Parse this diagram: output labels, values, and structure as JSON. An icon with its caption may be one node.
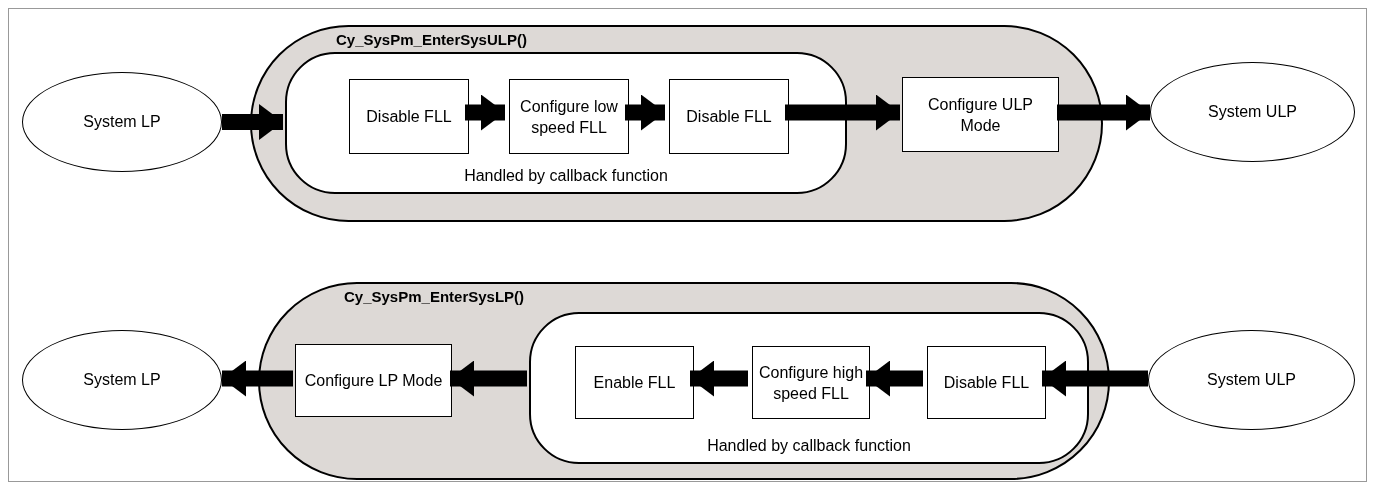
{
  "diagram": {
    "nodes": [
      {
        "text": [
          "System LP"
        ]
      },
      {
        "text": [
          "Cy_SysPm_EnterSysULP()"
        ]
      },
      {
        "text": [
          "Handled by callback function"
        ],
        "in": 1
      },
      {
        "text": [
          "Disable FLL"
        ],
        "in": 2
      },
      {
        "text": [
          "Configure low speed FLL"
        ],
        "in": 2
      },
      {
        "text": [
          "Disable FLL"
        ],
        "in": 2
      },
      {
        "text": [
          "Configure ULP Mode"
        ],
        "in": 1
      },
      {
        "text": [
          "System ULP"
        ]
      },
      {
        "text": [
          "System LP"
        ]
      },
      {
        "text": [
          "Cy_SysPm_EnterSysLP()"
        ]
      },
      {
        "text": [
          "Configure LP Mode"
        ],
        "in": 9
      },
      {
        "text": [
          "Handled by callback function"
        ],
        "in": 9
      },
      {
        "text": [
          "Enable FLL"
        ],
        "in": 11
      },
      {
        "text": [
          "Configure high speed FLL"
        ],
        "in": 11
      },
      {
        "text": [
          "Disable FLL"
        ],
        "in": 11
      },
      {
        "text": [
          "System ULP"
        ]
      }
    ],
    "edges": [
      {
        "from": 0,
        "to": 2,
        "arrow": "to"
      },
      {
        "from": 3,
        "to": 4,
        "arrow": "to"
      },
      {
        "from": 4,
        "to": 5,
        "arrow": "to"
      },
      {
        "from": 5,
        "to": 6,
        "arrow": "to"
      },
      {
        "from": 6,
        "to": 7,
        "arrow": "to"
      },
      {
        "from": 15,
        "to": 14,
        "arrow": "to"
      },
      {
        "from": 14,
        "to": 13,
        "arrow": "to"
      },
      {
        "from": 13,
        "to": 12,
        "arrow": "to"
      },
      {
        "from": 11,
        "to": 10,
        "arrow": "to"
      },
      {
        "from": 10,
        "to": 8,
        "arrow": "to"
      }
    ]
  }
}
